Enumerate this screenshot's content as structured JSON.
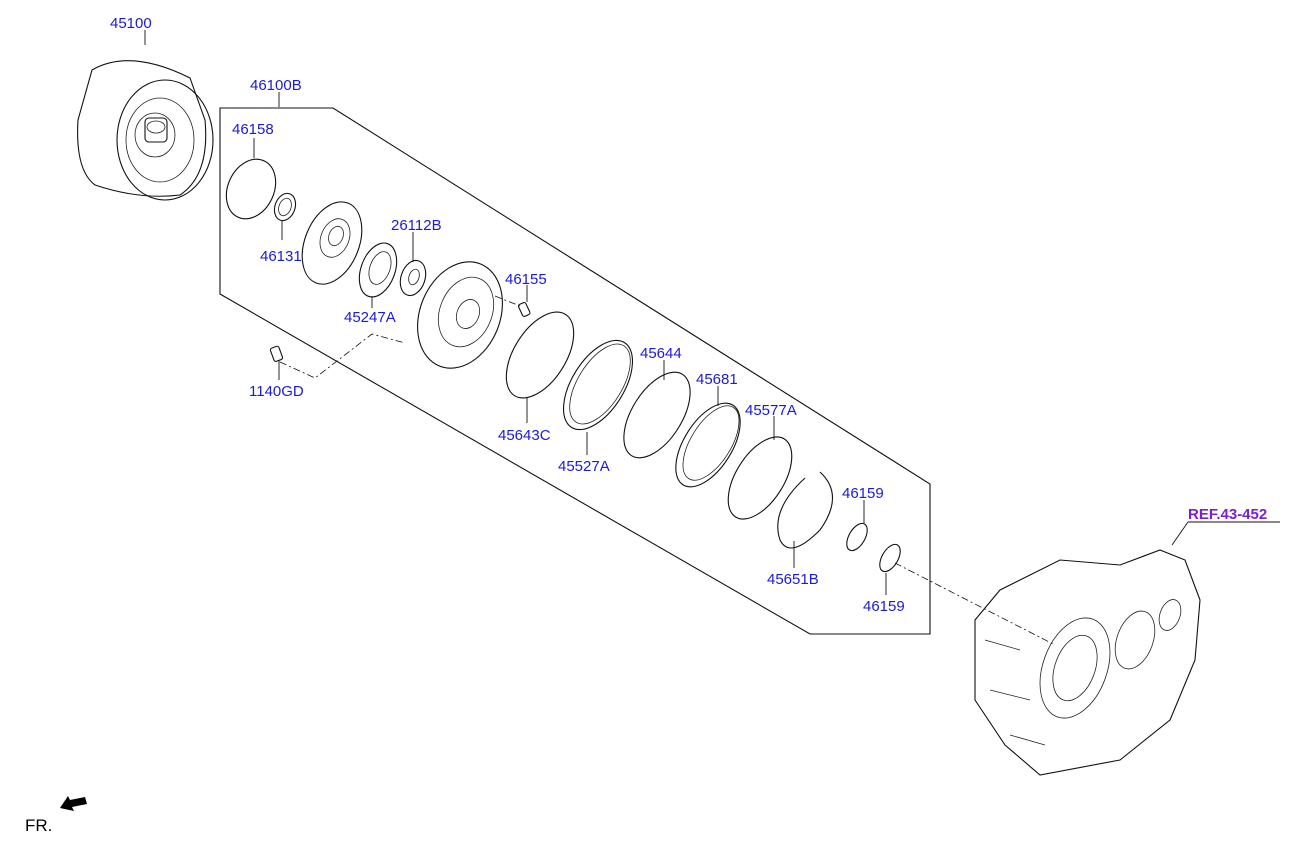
{
  "diagram": {
    "part_labels": {
      "p45100": "45100",
      "p46100B": "46100B",
      "p46158": "46158",
      "p46131": "46131",
      "p26112B": "26112B",
      "p45247A": "45247A",
      "p46155": "46155",
      "p1140GD": "1140GD",
      "p45643C": "45643C",
      "p45527A": "45527A",
      "p45644": "45644",
      "p45681": "45681",
      "p45577A": "45577A",
      "p46159a": "46159",
      "p45651B": "45651B",
      "p46159b": "46159"
    },
    "reference_link": "REF.43-452",
    "direction_label": "FR.",
    "colors": {
      "part_number": "#1a1adf",
      "reference": "#7b1fd6",
      "line": "#111111"
    }
  }
}
